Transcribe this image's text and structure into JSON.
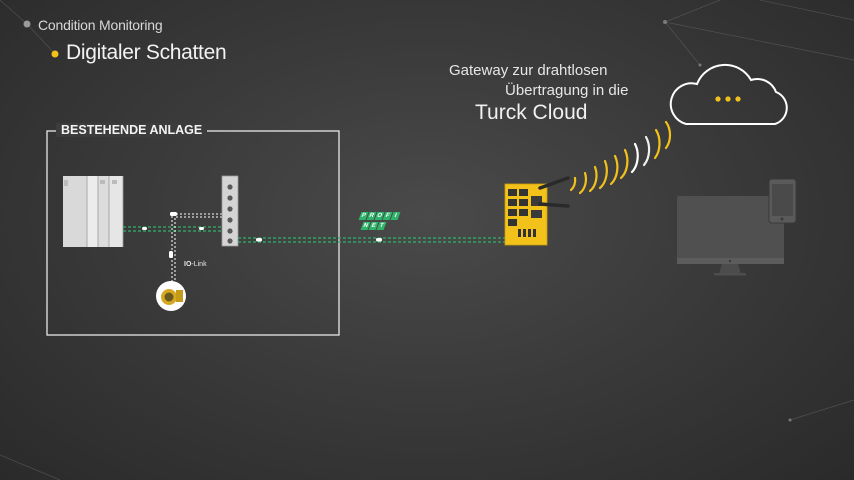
{
  "header": {
    "parent": "Condition Monitoring",
    "title": "Digitaler Schatten"
  },
  "gateway_caption": {
    "line1": "Gateway zur drahtlosen",
    "line2": "Übertragung in die",
    "line3": "Turck Cloud"
  },
  "plant": {
    "title": "BESTEHENDE ANLAGE"
  },
  "sensor": {
    "io_link_prefix": "IO",
    "io_link_suffix": "-Link"
  },
  "profinet": {
    "row1": [
      "P",
      "R",
      "O",
      "F",
      "I"
    ],
    "row2": [
      "N",
      "E",
      "T"
    ]
  },
  "colors": {
    "accent": "#f2c21b",
    "network": "#2fb36a",
    "cloud": "#ffffff"
  },
  "icons": [
    "plc-rack-icon",
    "switch-icon",
    "sensor-icon",
    "gateway-icon",
    "wifi-waves-icon",
    "cloud-icon",
    "monitor-icon",
    "phone-icon"
  ]
}
